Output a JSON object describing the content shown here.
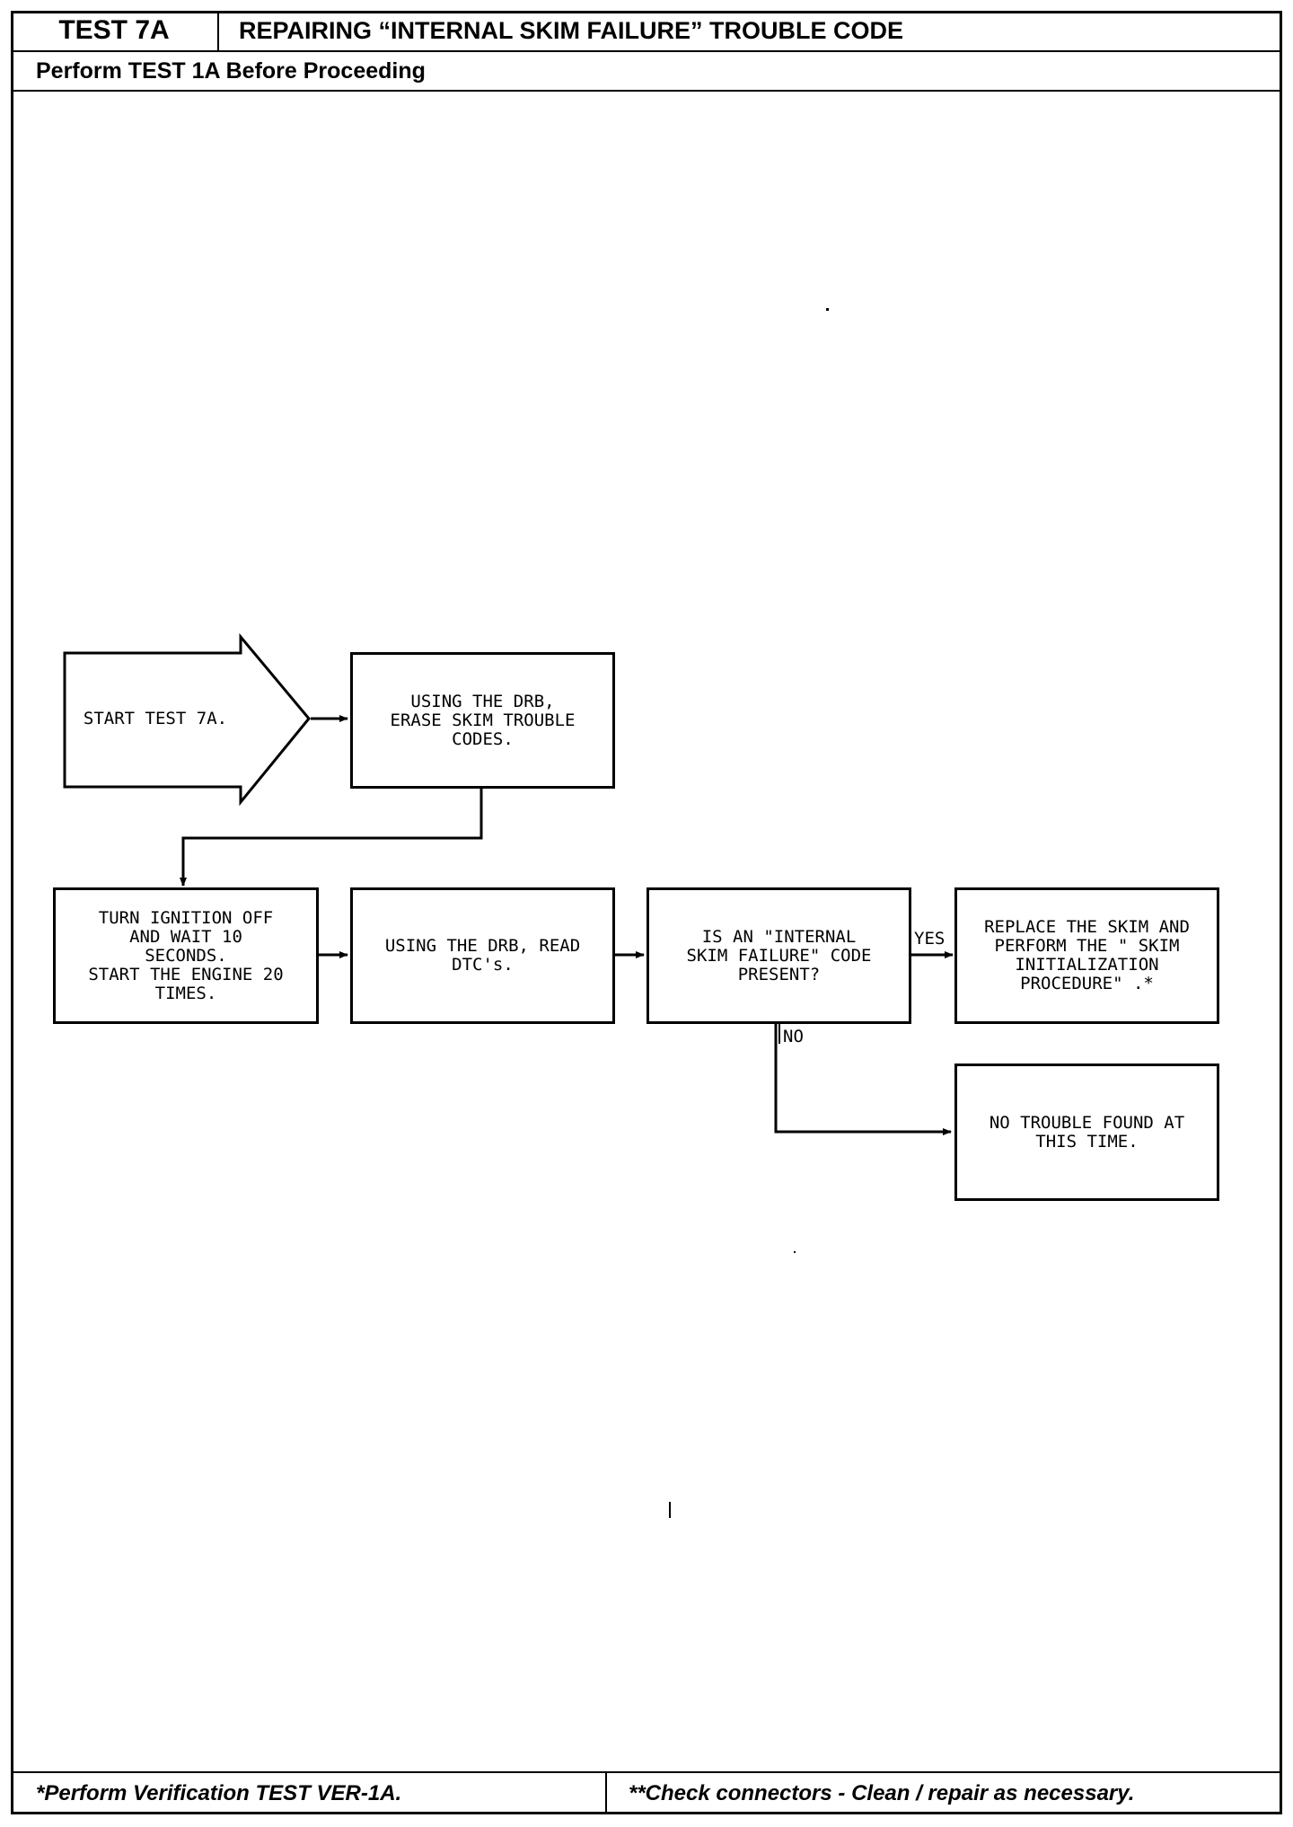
{
  "header": {
    "test_id": "TEST 7A",
    "title": "REPAIRING “INTERNAL SKIM FAILURE” TROUBLE CODE",
    "subheader": "Perform TEST 1A Before Proceeding"
  },
  "flowchart": {
    "start": "START TEST 7A.",
    "erase_codes": "USING THE DRB,\nERASE SKIM TROUBLE\nCODES.",
    "turn_ignition": "TURN IGNITION OFF\nAND WAIT 10\nSECONDS.\nSTART THE ENGINE 20\nTIMES.",
    "read_dtcs": "USING THE DRB, READ\nDTC's.",
    "decision": "IS AN \"INTERNAL\nSKIM FAILURE\" CODE\nPRESENT?",
    "replace_skim": "REPLACE THE SKIM AND\nPERFORM THE \" SKIM\nINITIALIZATION\nPROCEDURE\" .*",
    "no_trouble": "NO TROUBLE FOUND AT\nTHIS TIME.",
    "yes_label": "YES",
    "no_label": "NO"
  },
  "footer": {
    "left": "*Perform Verification TEST VER-1A.",
    "right": "**Check connectors - Clean / repair as necessary."
  }
}
